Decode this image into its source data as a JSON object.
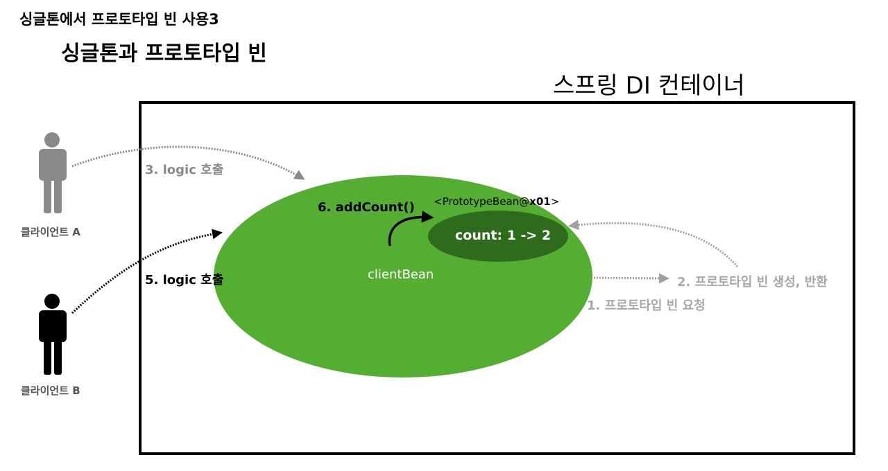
{
  "page_title": "싱글톤에서 프로토타입 빈 사용3",
  "slide_title": "싱글톤과 프로토타입 빈",
  "container": {
    "label": "스프링 DI 컨테이너"
  },
  "clients": {
    "a": {
      "label": "클라이언트 A",
      "icon": "person-icon",
      "color": "#8a8a8a"
    },
    "b": {
      "label": "클라이언트 B",
      "icon": "person-icon",
      "color": "#000000"
    }
  },
  "client_bean": {
    "label": "clientBean",
    "color": "#54ae32"
  },
  "prototype_bean": {
    "id_prefix": "<PrototypeBean@",
    "id_bold": "x01",
    "id_suffix": ">",
    "count_text": "count: 1 -> 2",
    "color": "#2e6b1d"
  },
  "steps": {
    "s1": "1. 프로토타입 빈 요청",
    "s2": "2. 프로토타입 빈 생성, 반환",
    "s3": "3. logic 호출",
    "s5": "5. logic 호출",
    "s6": "6. addCount()"
  }
}
